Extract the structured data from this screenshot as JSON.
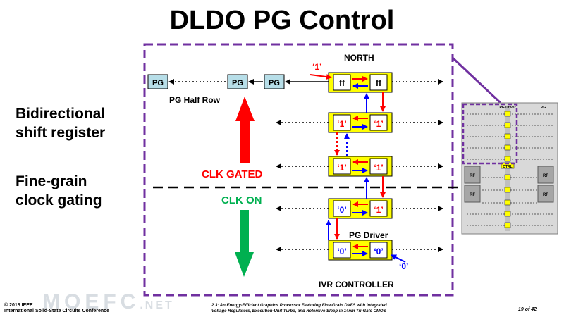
{
  "title": "DLDO PG Control",
  "side_labels": {
    "bidirectional_line1": "Bidirectional",
    "bidirectional_line2": "shift register",
    "finegrain_line1": "Fine-grain",
    "finegrain_line2": "clock gating"
  },
  "diagram": {
    "north": "NORTH",
    "pg_half_row": "PG Half Row",
    "clk_gated": "CLK GATED",
    "clk_on": "CLK ON",
    "pg_driver": "PG Driver",
    "ivr_controller": "IVR CONTROLLER",
    "pg_block": "PG",
    "ff_cell": "ff",
    "one_label": "‘1’",
    "zero_label": "‘0’",
    "floorplan_pg_driver": "PG Driver",
    "floorplan_pg": "PG",
    "floorplan_rf": "RF",
    "floorplan_ctrl": "CTRL"
  },
  "colors": {
    "dashed_frame": "#7030a0",
    "cell_fill": "#ffff00",
    "pg_fill": "#b7dee8",
    "red_arrow": "#ff0000",
    "blue_arrow": "#0000ff",
    "green_arrow": "#00b050",
    "clk_gated_text": "#ff0000",
    "clk_on_text": "#00b050"
  },
  "footer": {
    "copyright": "© 2018 IEEE",
    "conference": "International Solid-State Circuits Conference",
    "paper_line1": "2.3: An Energy-Efficient Graphics Processor Featuring Fine-Grain DVFS with Integrated",
    "paper_line2": "Voltage Regulators, Execution-Unit Turbo, and Retentive Sleep in 14nm Tri-Gate CMOS",
    "page": "19 of 42",
    "watermark_main": "MOEFC",
    "watermark_suffix": ".NET"
  }
}
